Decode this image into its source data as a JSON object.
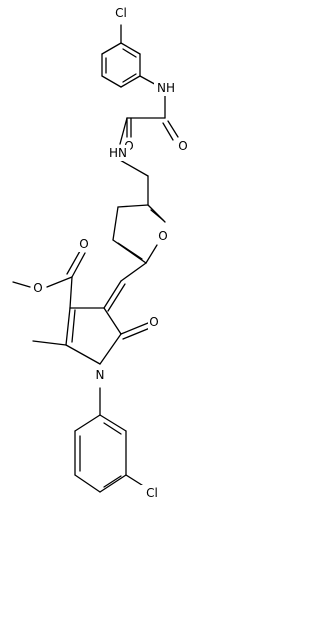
{
  "labels": {
    "cl_top": "Cl",
    "nh_amide_top": "NH",
    "o_oxalyl_left": "O",
    "o_oxalyl_right": "O",
    "hn_amide": "HN",
    "o_furan": "O",
    "o_ester_carbonyl": "O",
    "o_ester_ether": "O",
    "o_lactam": "O",
    "n_ring": "N",
    "cl_bottom": "Cl"
  },
  "colors": {
    "bond": "#000000",
    "text": "#000000",
    "background": "#ffffff"
  }
}
